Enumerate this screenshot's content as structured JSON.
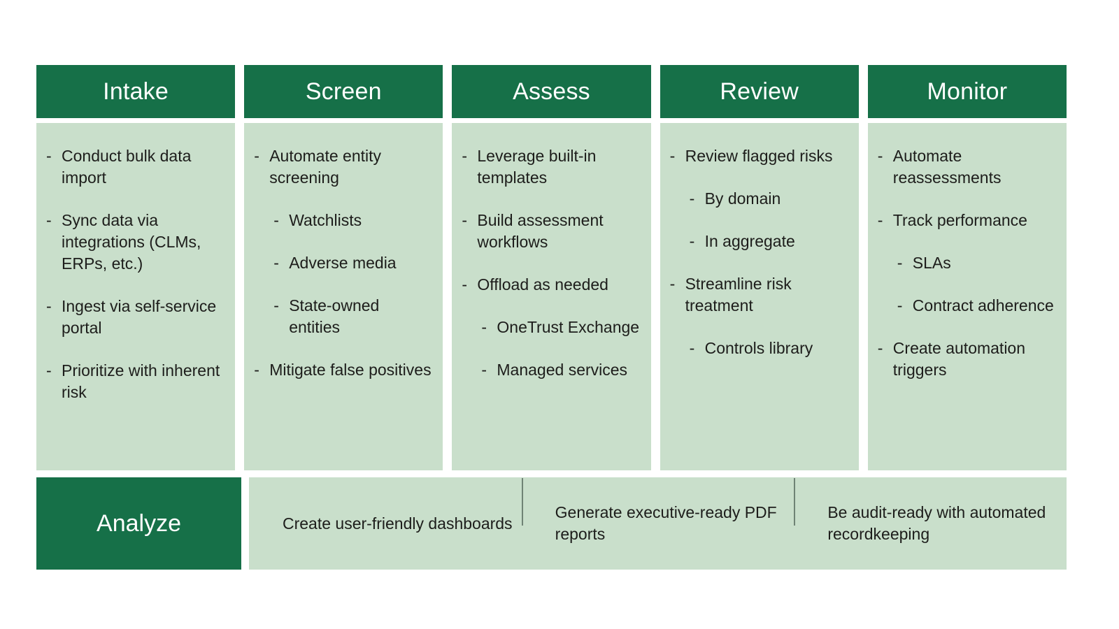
{
  "colors": {
    "header_green": "#167048",
    "body_green": "#c9dfcb",
    "text_dark": "#1d1d1b",
    "header_text": "#ffffff",
    "divider": "#6f8375"
  },
  "stages": [
    {
      "title": "Intake",
      "bullets": [
        {
          "text": "Conduct bulk data import",
          "sub": []
        },
        {
          "text": "Sync data via integrations (CLMs, ERPs, etc.)",
          "sub": []
        },
        {
          "text": "Ingest via self-service portal",
          "sub": []
        },
        {
          "text": "Prioritize with inherent risk",
          "sub": []
        }
      ]
    },
    {
      "title": "Screen",
      "bullets": [
        {
          "text": "Automate entity screening",
          "sub": [
            "Watchlists",
            "Adverse media",
            "State-owned entities"
          ]
        },
        {
          "text": "Mitigate false positives",
          "sub": []
        }
      ]
    },
    {
      "title": "Assess",
      "bullets": [
        {
          "text": "Leverage built-in templates",
          "sub": []
        },
        {
          "text": "Build assessment workflows",
          "sub": []
        },
        {
          "text": "Offload as needed",
          "sub": [
            "OneTrust Exchange",
            "Managed services"
          ]
        }
      ]
    },
    {
      "title": "Review",
      "bullets": [
        {
          "text": "Review flagged risks",
          "sub": [
            "By domain",
            "In aggregate"
          ]
        },
        {
          "text": "Streamline risk treatment",
          "sub": [
            "Controls library"
          ]
        }
      ]
    },
    {
      "title": "Monitor",
      "bullets": [
        {
          "text": "Automate reassessments",
          "sub": []
        },
        {
          "text": "Track performance",
          "sub": [
            "SLAs",
            "Contract adherence"
          ]
        },
        {
          "text": "Create automation triggers",
          "sub": []
        }
      ]
    }
  ],
  "analyze": {
    "label": "Analyze",
    "items": [
      "Create user-friendly dashboards",
      "Generate executive-ready PDF reports",
      "Be audit-ready with automated recordkeeping"
    ]
  }
}
